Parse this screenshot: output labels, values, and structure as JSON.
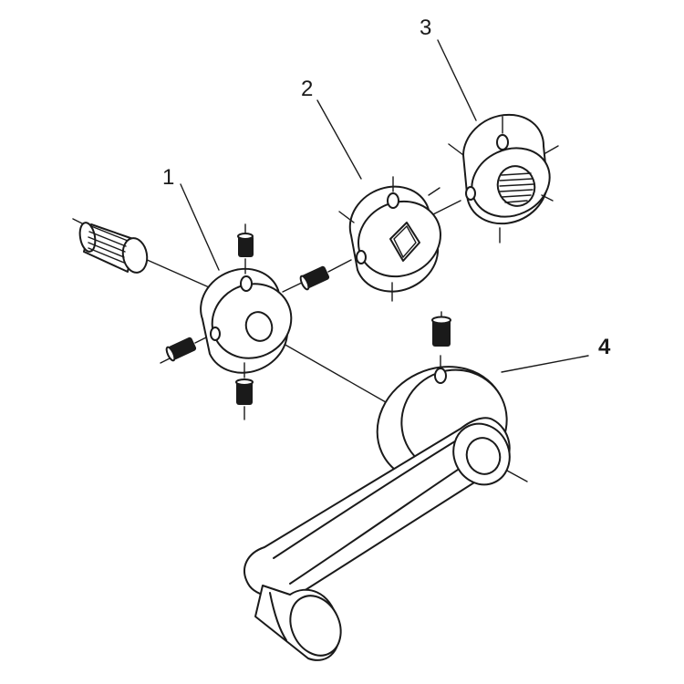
{
  "diagram": {
    "callouts": [
      {
        "id": "1",
        "label": "1"
      },
      {
        "id": "2",
        "label": "2"
      },
      {
        "id": "3",
        "label": "3"
      },
      {
        "id": "4",
        "label": "4"
      }
    ]
  },
  "colors": {
    "line": "#1a1a1a",
    "background": "#ffffff"
  }
}
